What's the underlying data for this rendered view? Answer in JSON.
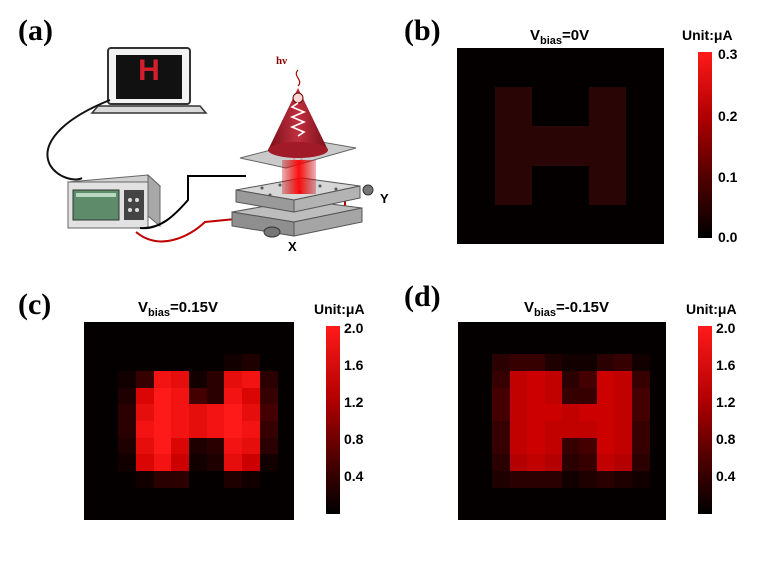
{
  "panels": {
    "a": {
      "label": "(a)",
      "laptop_letter": "H",
      "photon_label": "hν",
      "axis_x": "X",
      "axis_y": "Y"
    },
    "b": {
      "label": "(b)",
      "title_main": "V",
      "title_sub": "bias",
      "title_rest": "=0V",
      "unit": "Unit:μA",
      "ticks": [
        "0.3",
        "0.2",
        "0.1",
        "0.0"
      ]
    },
    "c": {
      "label": "(c)",
      "title_main": "V",
      "title_sub": "bias",
      "title_rest": "=0.15V",
      "unit": "Unit:μA",
      "ticks": [
        "2.0",
        "1.6",
        "1.2",
        "0.8",
        "0.4"
      ]
    },
    "d": {
      "label": "(d)",
      "title_main": "V",
      "title_sub": "bias",
      "title_rest": "=-0.15V",
      "unit": "Unit:μA",
      "ticks": [
        "2.0",
        "1.6",
        "1.2",
        "0.8",
        "0.4"
      ]
    }
  },
  "colors": {
    "background": "#050000",
    "accent": "#ff1a1a",
    "colormap": [
      "#000000",
      "#5a0000",
      "#b00000",
      "#ff1a1a"
    ]
  },
  "chart_data": [
    {
      "type": "heatmap",
      "panel": "b",
      "title": "Vbias=0V",
      "colorbar_label": "Unit:μA",
      "colorbar_range": [
        0.0,
        0.3
      ],
      "colorbar_ticks": [
        0.0,
        0.1,
        0.2,
        0.3
      ],
      "pattern": "H",
      "on_value": 0.025,
      "off_value": 0.0,
      "grid": [
        "00000000000",
        "00000000000",
        "00110001100",
        "00110001100",
        "00111111100",
        "00111111100",
        "00110001100",
        "00110001100",
        "00000000000",
        "00000000000"
      ]
    },
    {
      "type": "heatmap",
      "panel": "c",
      "title": "Vbias=0.15V",
      "colorbar_label": "Unit:μA",
      "colorbar_range": [
        0.0,
        2.0
      ],
      "colorbar_ticks": [
        0.4,
        0.8,
        1.2,
        1.6,
        2.0
      ],
      "pattern": "H",
      "values": [
        [
          0.0,
          0.0,
          0.0,
          0.0,
          0.0,
          0.0,
          0.0,
          0.0,
          0.0,
          0.0
        ],
        [
          0.0,
          0.0,
          0.0,
          0.0,
          0.0,
          0.0,
          0.0,
          0.1,
          0.2,
          0.0
        ],
        [
          0.0,
          0.1,
          0.4,
          1.9,
          1.8,
          0.1,
          0.3,
          1.8,
          1.9,
          0.3
        ],
        [
          0.0,
          0.2,
          1.7,
          2.0,
          1.9,
          0.5,
          0.3,
          1.9,
          1.7,
          0.4
        ],
        [
          0.0,
          0.3,
          1.8,
          2.0,
          1.9,
          1.8,
          1.9,
          2.0,
          1.8,
          0.5
        ],
        [
          0.0,
          0.3,
          1.9,
          2.0,
          1.9,
          1.8,
          1.9,
          2.0,
          1.9,
          0.4
        ],
        [
          0.0,
          0.2,
          1.8,
          2.0,
          1.7,
          0.2,
          0.3,
          1.9,
          1.8,
          0.3
        ],
        [
          0.0,
          0.1,
          1.7,
          1.9,
          1.6,
          0.1,
          0.2,
          1.8,
          1.6,
          0.1
        ],
        [
          0.0,
          0.0,
          0.1,
          0.3,
          0.3,
          0.0,
          0.0,
          0.2,
          0.1,
          0.0
        ],
        [
          0.0,
          0.0,
          0.0,
          0.0,
          0.0,
          0.0,
          0.0,
          0.0,
          0.0,
          0.0
        ]
      ]
    },
    {
      "type": "heatmap",
      "panel": "d",
      "title": "Vbias=-0.15V",
      "colorbar_label": "Unit:μA",
      "colorbar_range": [
        0.0,
        2.0
      ],
      "colorbar_ticks": [
        0.4,
        0.8,
        1.2,
        1.6,
        2.0
      ],
      "pattern": "H",
      "values": [
        [
          0.0,
          0.0,
          0.0,
          0.0,
          0.0,
          0.0,
          0.0,
          0.0,
          0.0,
          0.0
        ],
        [
          0.0,
          0.3,
          0.4,
          0.4,
          0.2,
          0.1,
          0.1,
          0.3,
          0.4,
          0.1
        ],
        [
          0.0,
          0.4,
          1.5,
          1.6,
          1.5,
          0.3,
          0.5,
          1.6,
          1.5,
          0.4
        ],
        [
          0.0,
          0.5,
          1.5,
          1.6,
          1.5,
          0.4,
          0.4,
          1.6,
          1.5,
          0.5
        ],
        [
          0.0,
          0.5,
          1.5,
          1.6,
          1.6,
          1.5,
          1.6,
          1.6,
          1.5,
          0.5
        ],
        [
          0.0,
          0.4,
          1.5,
          1.6,
          1.5,
          1.5,
          1.5,
          1.6,
          1.5,
          0.4
        ],
        [
          0.0,
          0.4,
          1.5,
          1.6,
          1.5,
          0.4,
          0.5,
          1.6,
          1.5,
          0.4
        ],
        [
          0.0,
          0.3,
          1.4,
          1.5,
          1.4,
          0.3,
          0.4,
          1.5,
          1.4,
          0.3
        ],
        [
          0.0,
          0.2,
          0.3,
          0.3,
          0.3,
          0.1,
          0.2,
          0.3,
          0.2,
          0.1
        ],
        [
          0.0,
          0.0,
          0.0,
          0.0,
          0.0,
          0.0,
          0.0,
          0.0,
          0.0,
          0.0
        ]
      ]
    }
  ]
}
